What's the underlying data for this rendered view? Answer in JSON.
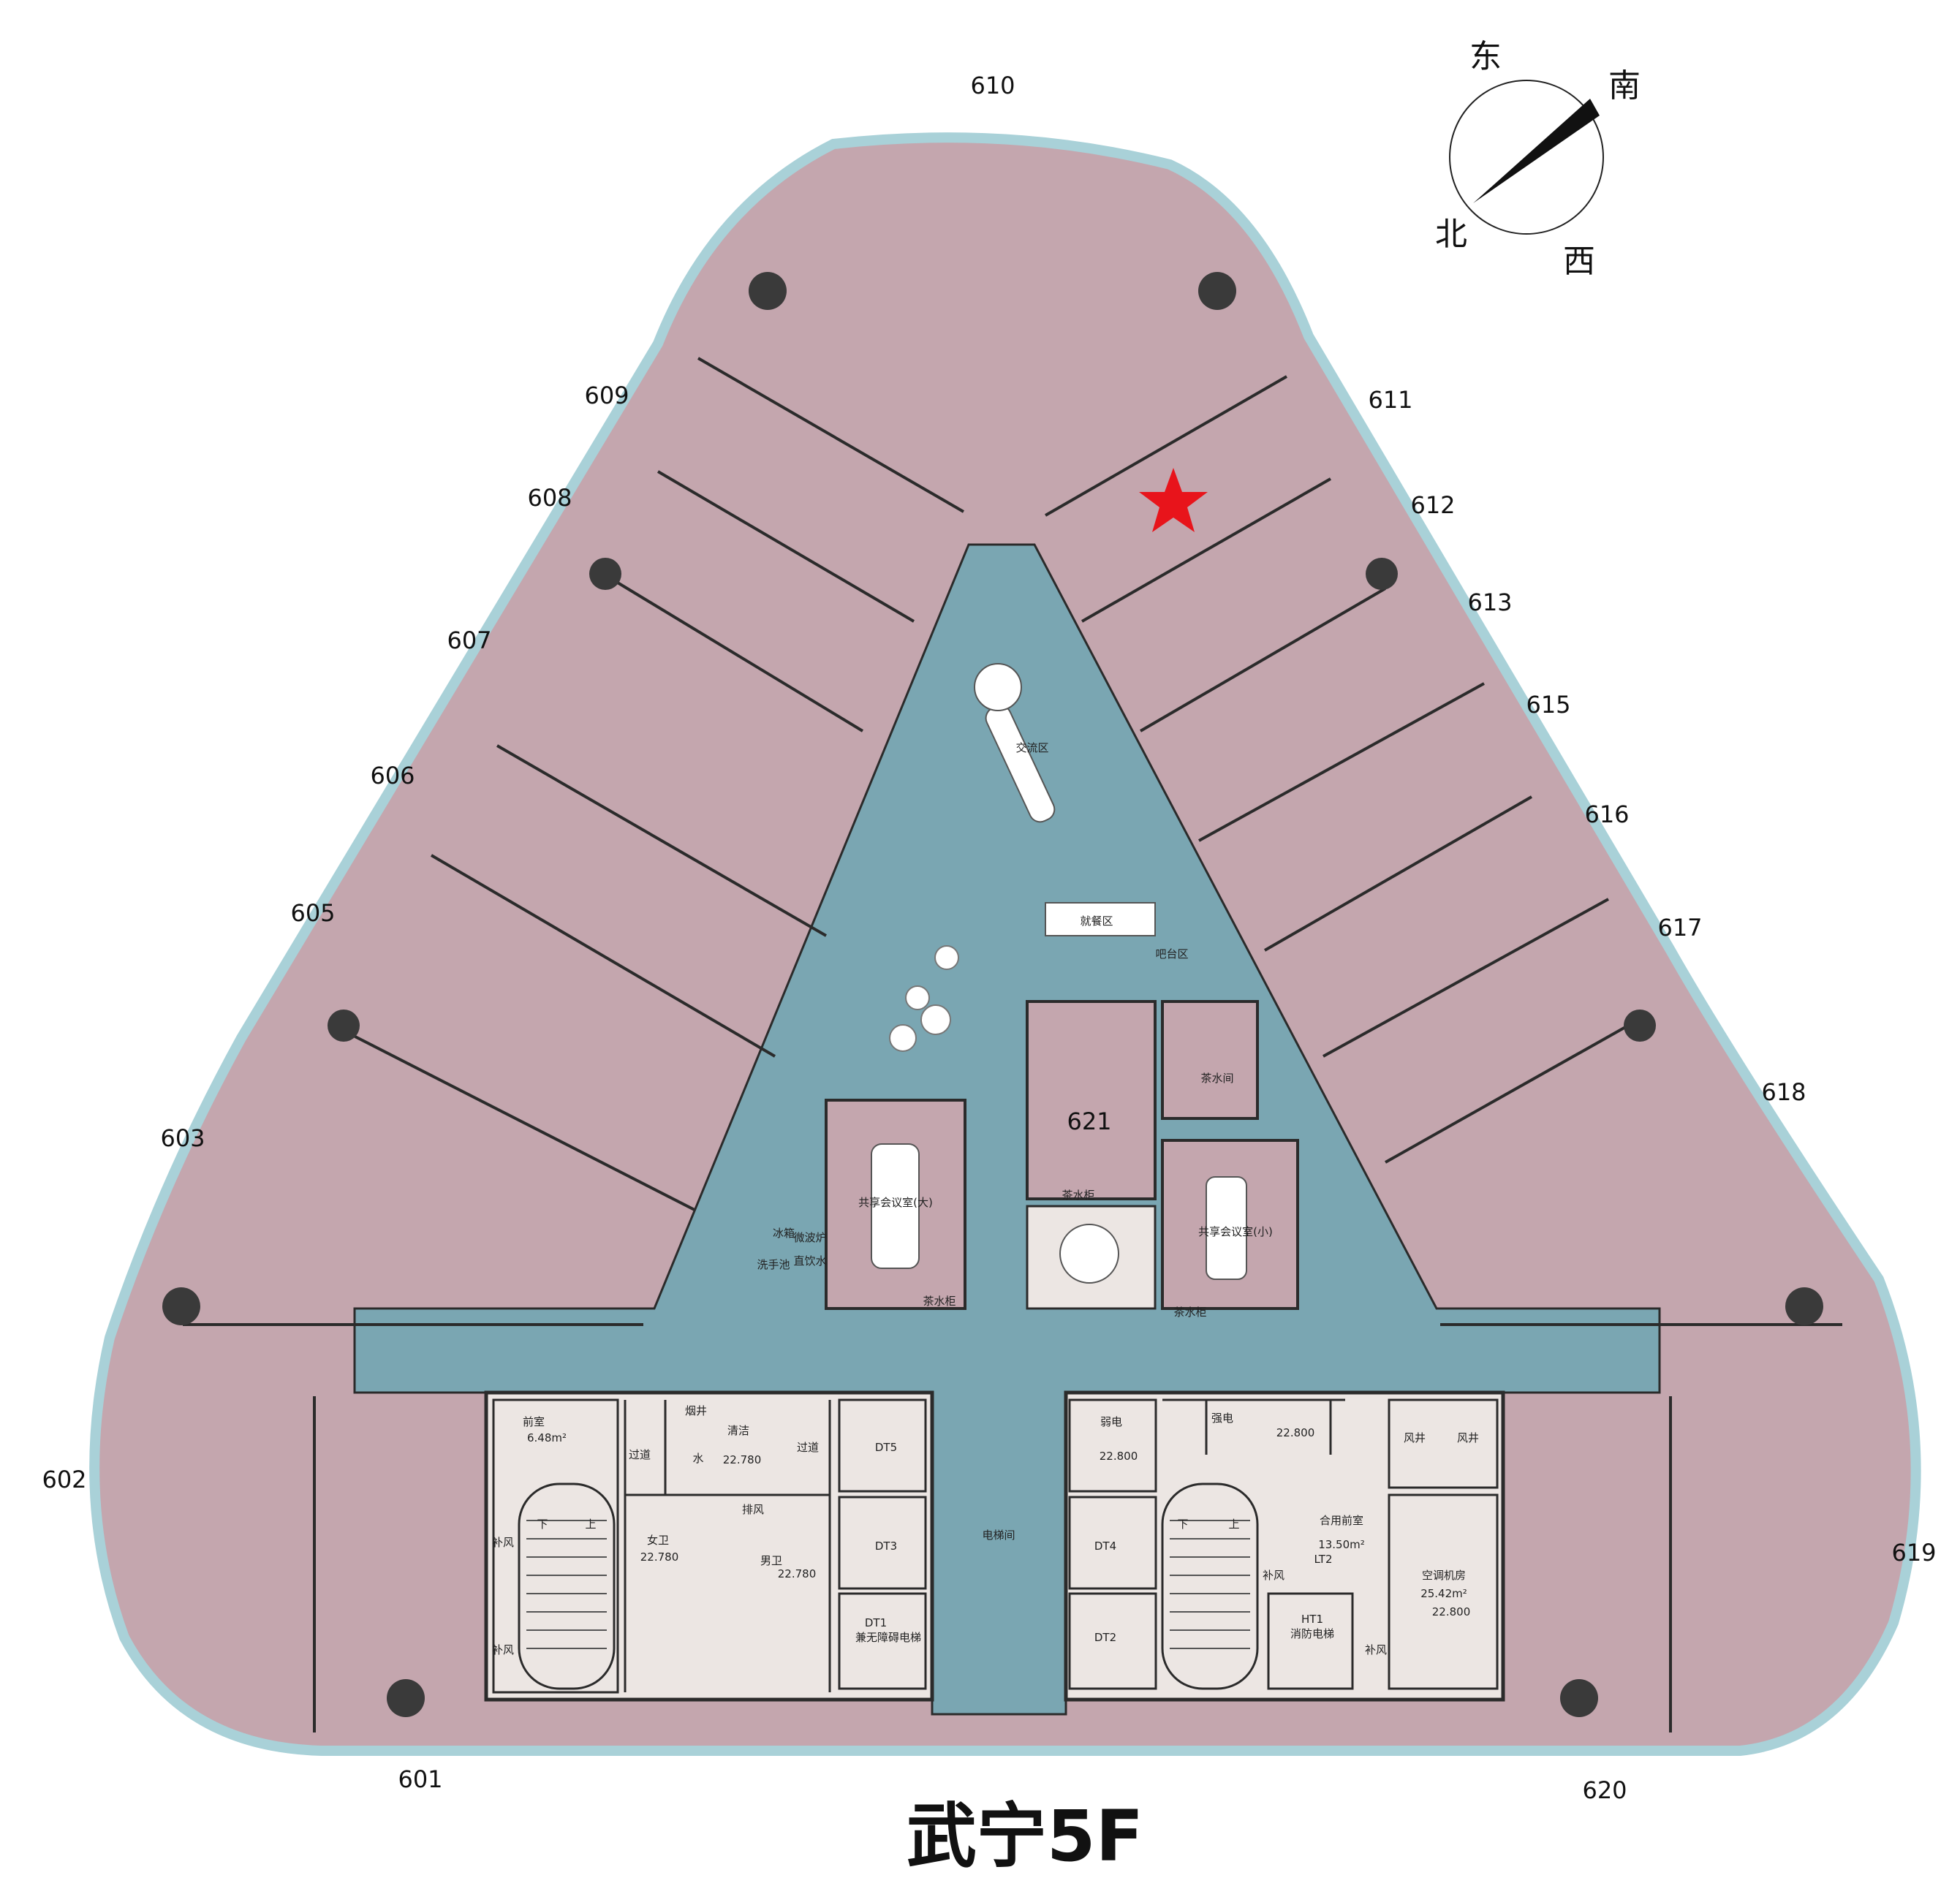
{
  "title": "武宁5F",
  "compass": {
    "east": "东",
    "south": "南",
    "north": "北",
    "west": "西"
  },
  "colors": {
    "room_fill": "#c4a6ae",
    "corridor_fill": "#7aa6b2",
    "glass_edge": "#a9d1d8",
    "service_fill": "#ece6e3",
    "wall": "#2b2b2b",
    "marker": "#e8141b"
  },
  "units": [
    "610",
    "609",
    "611",
    "608",
    "612",
    "613",
    "607",
    "615",
    "606",
    "616",
    "605",
    "617",
    "603",
    "618",
    "602",
    "619",
    "601",
    "620",
    "621"
  ],
  "areas": {
    "exchange": "交流区",
    "dining": "就餐区",
    "bar": "吧台区",
    "tea_room": "茶水间",
    "meeting_large": "共享会议室(大)",
    "meeting_small": "共享会议室(小)",
    "fridge": "冰箱",
    "pantry_1": "茶水柜",
    "pantry_2": "茶水柜",
    "pantry_3": "茶水柜",
    "microwave": "微波炉",
    "water_dispenser": "直饮水",
    "sink": "洗手池",
    "elevator_hall": "电梯间"
  },
  "core_left": {
    "vestibule": "前室",
    "vestibule_area": "6.48m²",
    "passage_1": "过道",
    "passage_2": "过道",
    "smoke_shaft": "烟井",
    "cleaning": "清洁",
    "water": "水",
    "elev_1": "22.780",
    "exhaust_1": "排风",
    "female_wc": "女卫",
    "female_elev": "22.780",
    "male_wc": "男卫",
    "male_elev": "22.780",
    "supply_1": "补风",
    "supply_2": "补风",
    "stair_down": "下",
    "stair_up": "上",
    "dt5": "DT5",
    "dt3": "DT3",
    "dt1": "DT1",
    "dt1_note": "兼无障碍电梯"
  },
  "core_right": {
    "weak_power": "弱电",
    "weak_elev": "22.800",
    "strong_power": "强电",
    "strong_elev": "22.800",
    "wind_shaft_1": "风井",
    "wind_shaft_2": "风井",
    "shared_vestibule": "合用前室",
    "shared_area": "13.50m²",
    "lt2": "LT2",
    "hvac": "空调机房",
    "hvac_area": "25.42m²",
    "hvac_elev": "22.800",
    "ht1": "HT1",
    "fire_elevator": "消防电梯",
    "supply_1": "补风",
    "supply_2": "补风",
    "stair_down": "下",
    "stair_up": "上",
    "dt4": "DT4",
    "dt2": "DT2"
  }
}
